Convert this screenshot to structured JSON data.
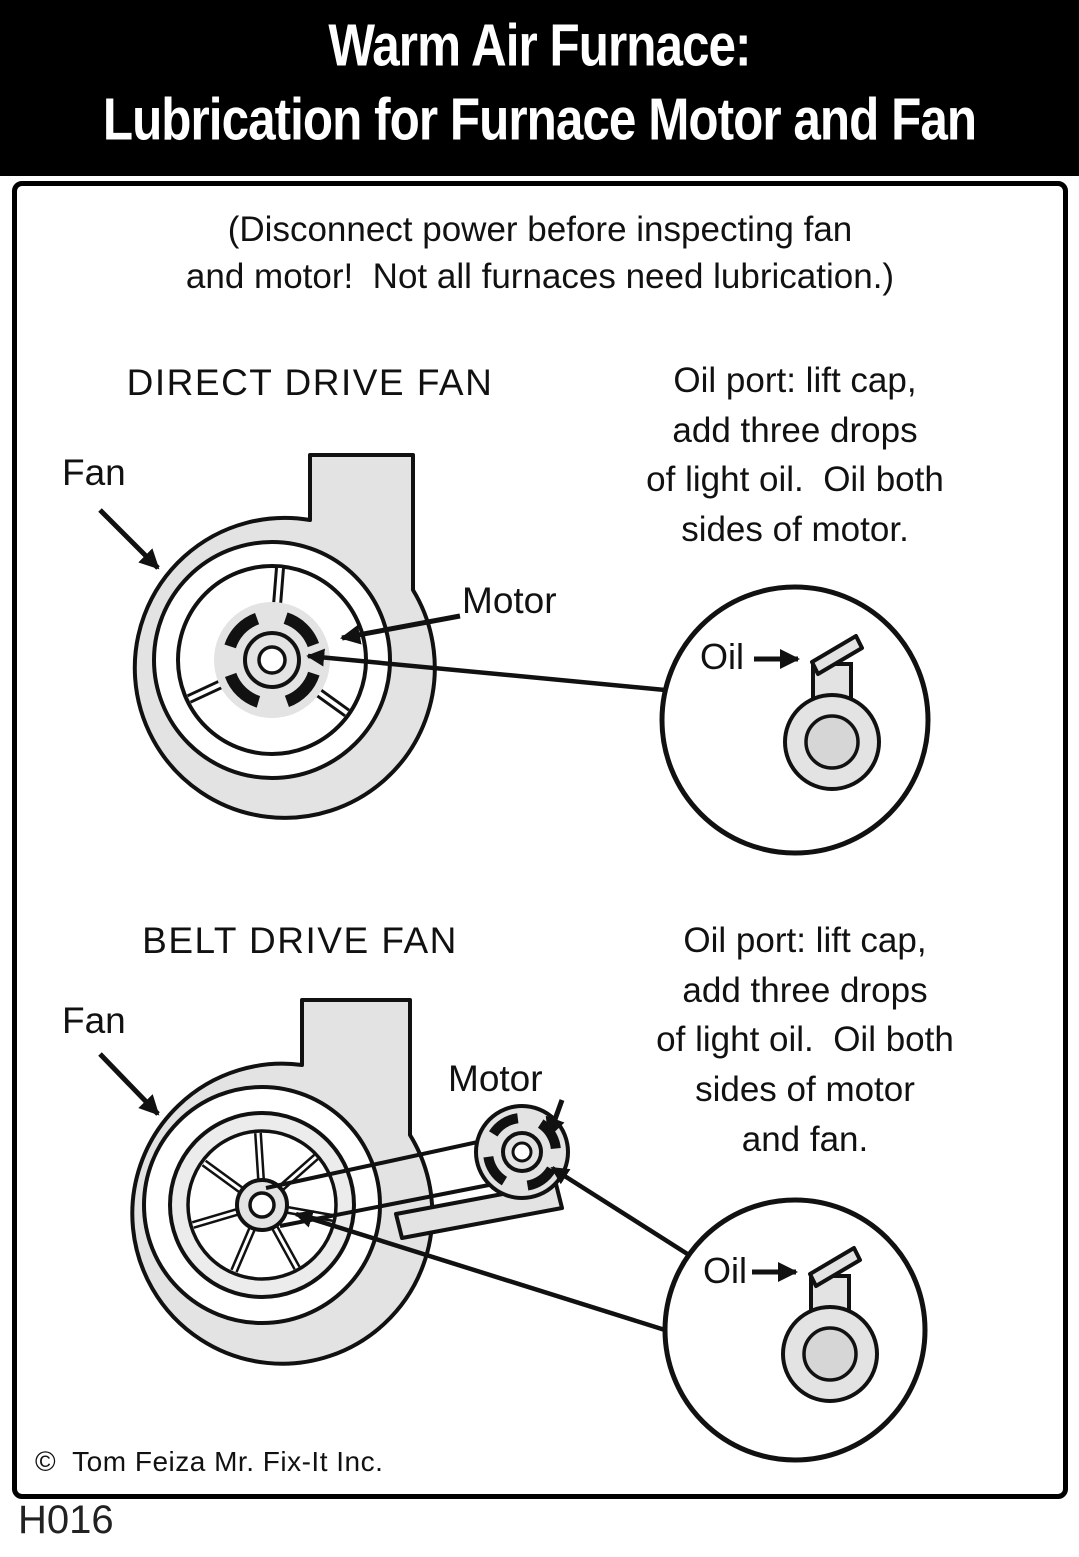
{
  "colors": {
    "header_bg": "#000000",
    "header_text": "#ffffff",
    "outline": "#111111",
    "fill_gray": "#e3e3e3"
  },
  "header": {
    "title_line1": "Warm Air Furnace:",
    "title_line2": "Lubrication for Furnace Motor and Fan"
  },
  "warning": "(Disconnect power before inspecting fan\nand motor!  Not all furnaces need lubrication.)",
  "sections": [
    {
      "heading": "DIRECT DRIVE FAN",
      "fan_label": "Fan",
      "motor_label": "Motor",
      "oil_label": "Oil",
      "instructions": "Oil port: lift cap,\nadd three drops\nof light oil.  Oil both\nsides of motor."
    },
    {
      "heading": "BELT DRIVE FAN",
      "fan_label": "Fan",
      "motor_label": "Motor",
      "oil_label": "Oil",
      "instructions": "Oil port: lift cap,\nadd three drops\nof light oil.  Oil both\nsides of motor\nand fan."
    }
  ],
  "footer": {
    "copyright": "©  Tom Feiza Mr. Fix-It Inc.",
    "code": "H016"
  }
}
